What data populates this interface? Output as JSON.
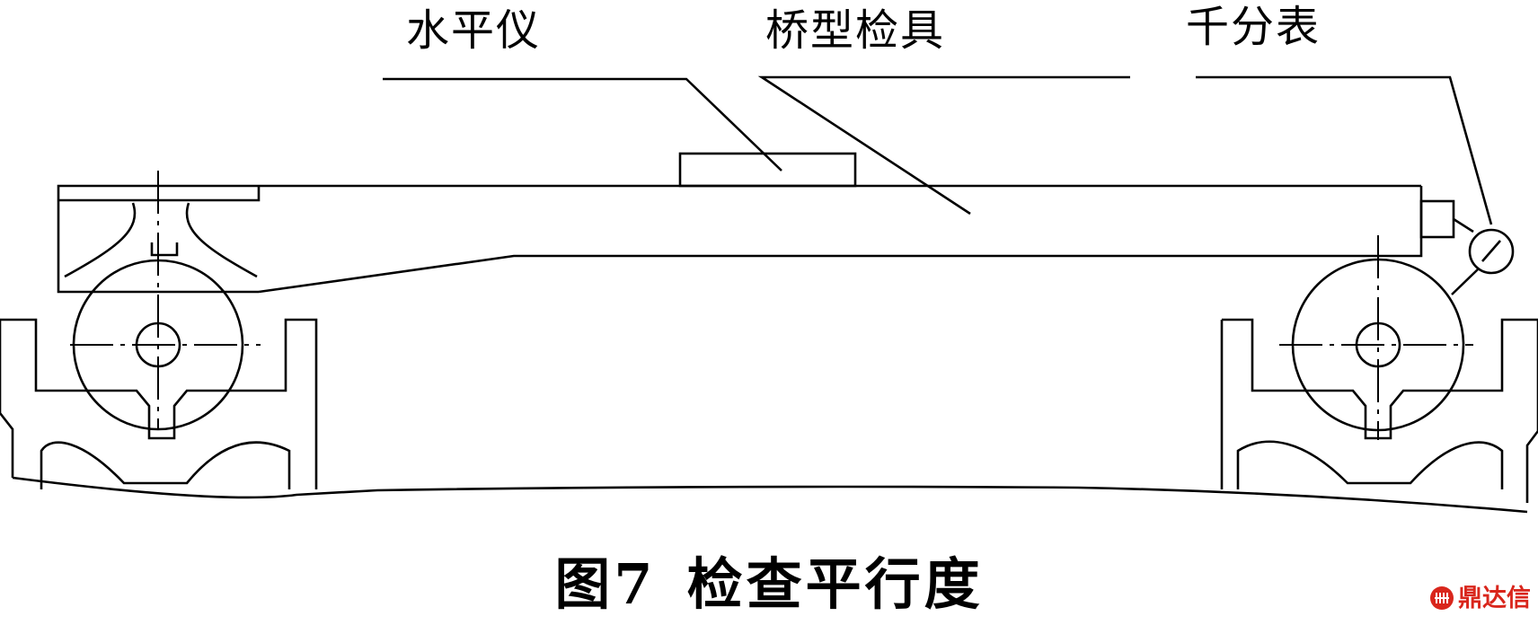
{
  "labels": {
    "level": "水平仪",
    "bridge_gauge": "桥型检具",
    "dial_indicator": "千分表"
  },
  "caption": {
    "figure_number": "图7",
    "title": "检查平行度"
  },
  "watermark": {
    "text": "鼎达信",
    "color": "#d9261c"
  },
  "colors": {
    "line": "#000000",
    "background": "#ffffff"
  }
}
